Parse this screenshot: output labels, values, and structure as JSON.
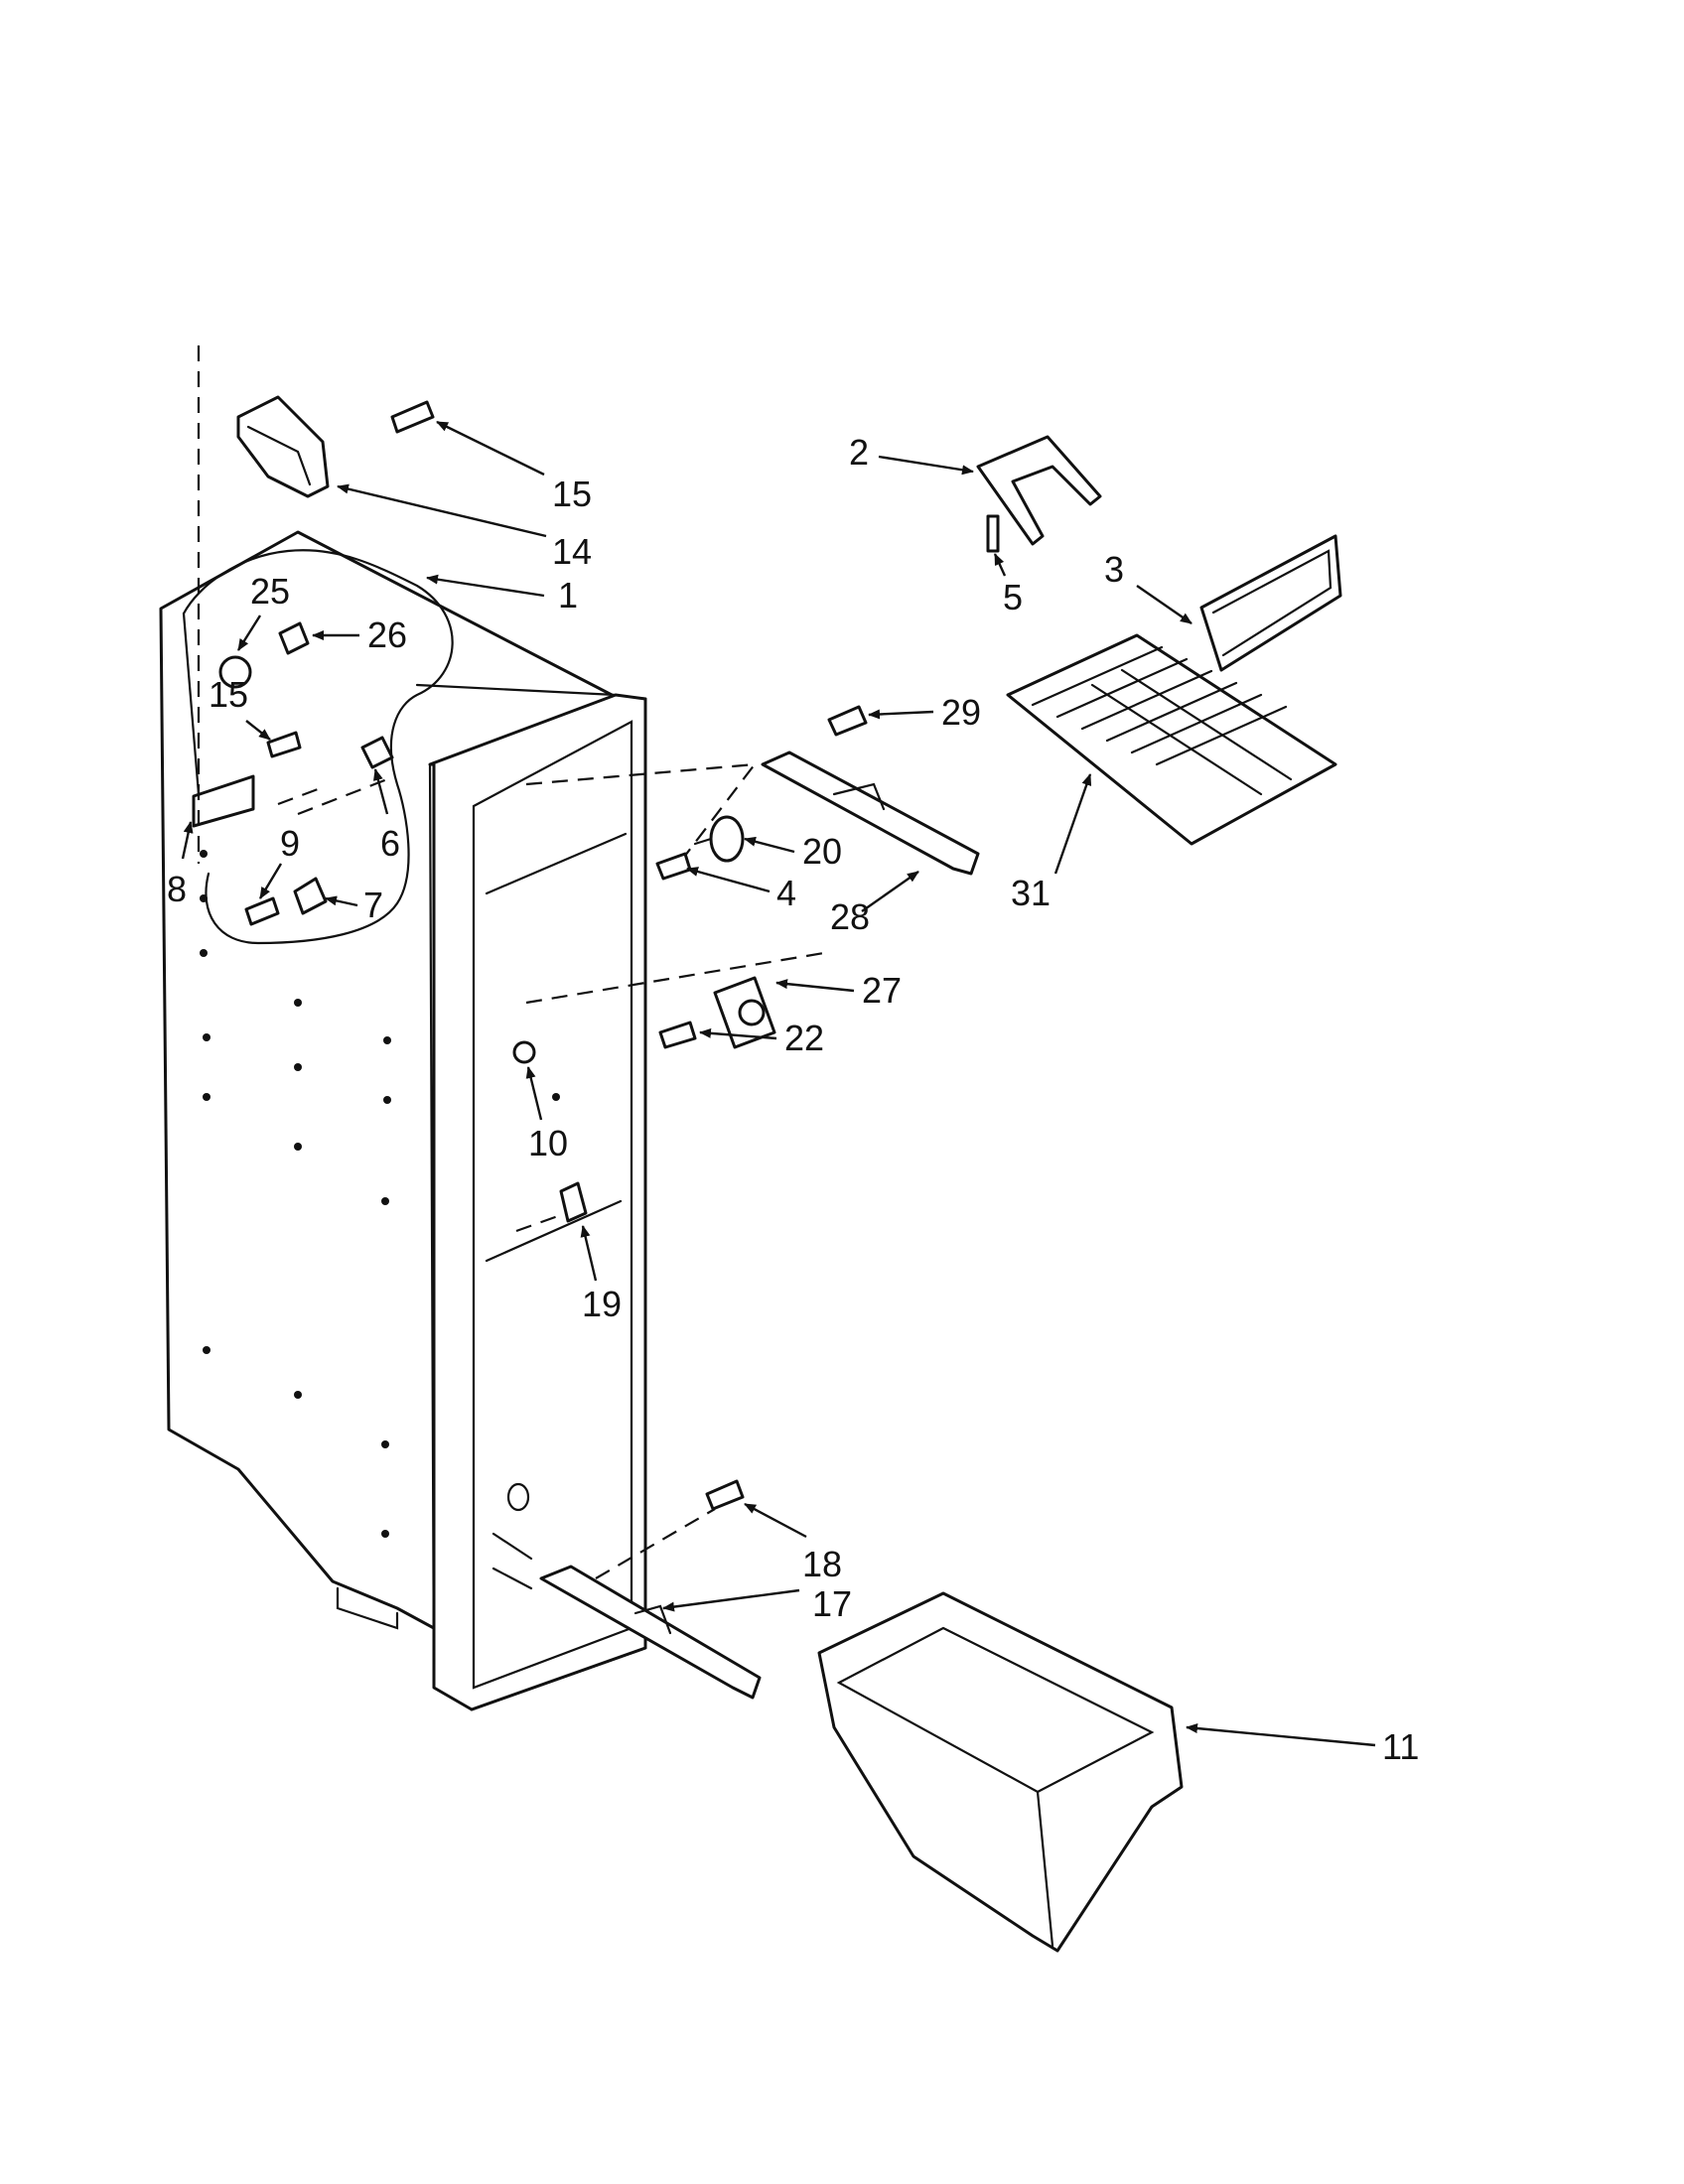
{
  "diagram": {
    "callouts": [
      {
        "id": "c1",
        "label": "1"
      },
      {
        "id": "c2",
        "label": "2"
      },
      {
        "id": "c3",
        "label": "3"
      },
      {
        "id": "c4",
        "label": "4"
      },
      {
        "id": "c5",
        "label": "5"
      },
      {
        "id": "c6",
        "label": "6"
      },
      {
        "id": "c7",
        "label": "7"
      },
      {
        "id": "c8",
        "label": "8"
      },
      {
        "id": "c9",
        "label": "9"
      },
      {
        "id": "c10",
        "label": "10"
      },
      {
        "id": "c11",
        "label": "11"
      },
      {
        "id": "c14",
        "label": "14"
      },
      {
        "id": "c15a",
        "label": "15"
      },
      {
        "id": "c15b",
        "label": "15"
      },
      {
        "id": "c17",
        "label": "17"
      },
      {
        "id": "c18",
        "label": "18"
      },
      {
        "id": "c19",
        "label": "19"
      },
      {
        "id": "c20",
        "label": "20"
      },
      {
        "id": "c22",
        "label": "22"
      },
      {
        "id": "c25",
        "label": "25"
      },
      {
        "id": "c26",
        "label": "26"
      },
      {
        "id": "c27",
        "label": "27"
      },
      {
        "id": "c28",
        "label": "28"
      },
      {
        "id": "c29",
        "label": "29"
      },
      {
        "id": "c31",
        "label": "31"
      }
    ]
  }
}
